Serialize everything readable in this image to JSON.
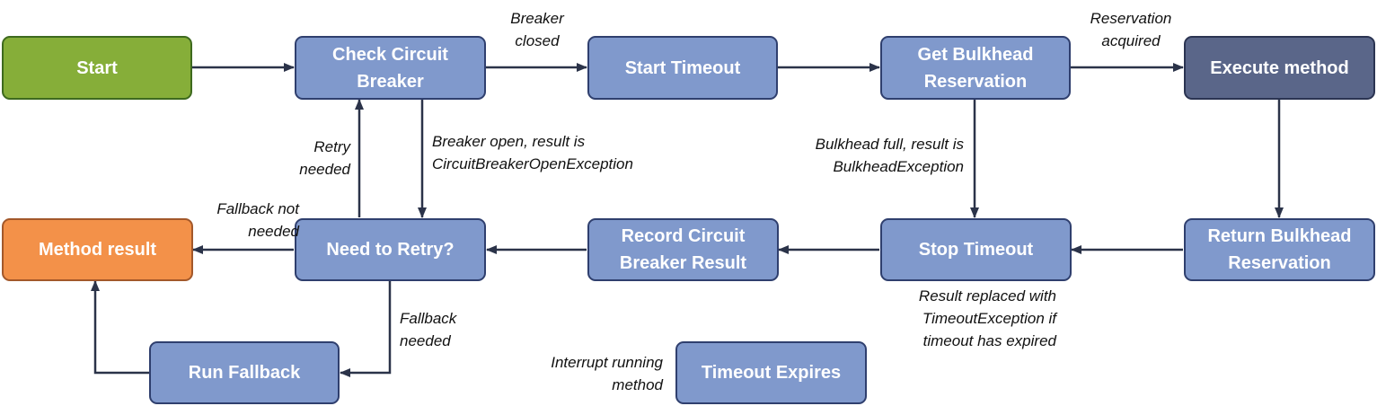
{
  "nodes": {
    "start": "Start",
    "check_breaker": "Check Circuit\nBreaker",
    "start_timeout": "Start Timeout",
    "get_bulkhead": "Get Bulkhead\nReservation",
    "execute_method": "Execute method",
    "method_result": "Method result",
    "need_retry": "Need to Retry?",
    "record_breaker": "Record Circuit\nBreaker Result",
    "stop_timeout": "Stop Timeout",
    "return_bulkhead": "Return Bulkhead\nReservation",
    "run_fallback": "Run Fallback",
    "timeout_expires": "Timeout Expires"
  },
  "labels": {
    "breaker_closed": "Breaker\nclosed",
    "reservation_acquired": "Reservation\nacquired",
    "breaker_open": "Breaker open, result is\nCircuitBreakerOpenException",
    "bulkhead_full": "Bulkhead full, result is\nBulkheadException",
    "retry_needed": "Retry\nneeded",
    "fallback_not_needed": "Fallback not\nneeded",
    "result_replaced": "Result replaced with\nTimeoutException if\ntimeout has expired",
    "fallback_needed": "Fallback\nneeded",
    "interrupt_running": "Interrupt running\nmethod"
  },
  "colors": {
    "node_blue": "#8099cc",
    "node_green": "#86ae39",
    "node_dark": "#5a6689",
    "node_orange": "#f39149",
    "border": "#2f3f6e",
    "arrow": "#2b3349"
  }
}
